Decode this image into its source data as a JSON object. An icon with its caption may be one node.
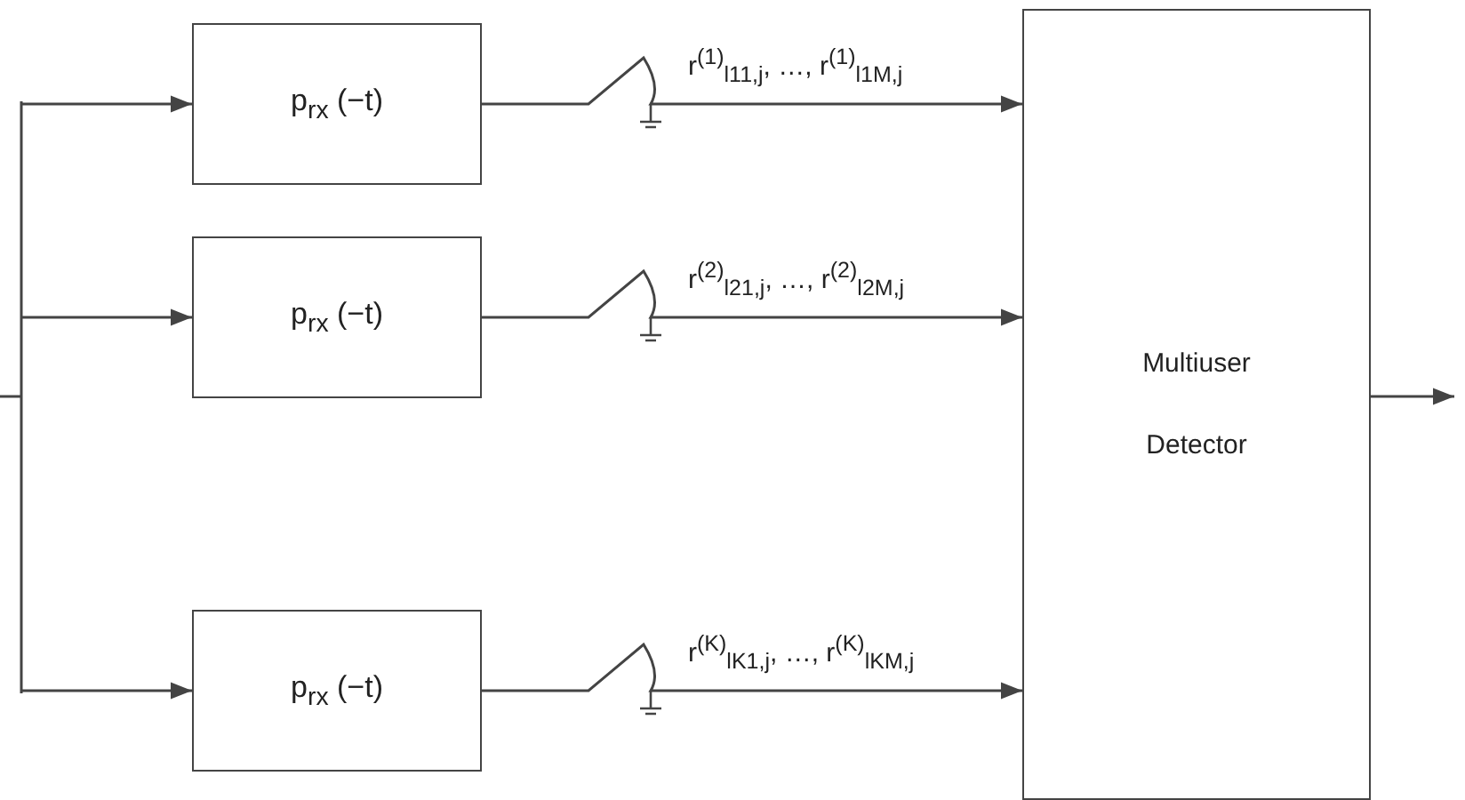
{
  "diagram": {
    "nodes": [
      {
        "text": [
          "p$_{rx}$ (−t)"
        ]
      },
      {
        "text": [
          "p$_{rx}$ (−t)"
        ]
      },
      {
        "text": [
          "p$_{rx}$ (−t)"
        ]
      },
      {
        "text": [
          "Multiuser Detector"
        ]
      }
    ],
    "edges": [
      {
        "from": null,
        "to": 0,
        "arrow": "to"
      },
      {
        "from": null,
        "to": 1,
        "arrow": "to"
      },
      {
        "from": null,
        "to": 2,
        "arrow": "to"
      },
      {
        "from": 0,
        "to": 3,
        "arrow": "to",
        "label": "r$^{(1)}$$_{l11,j}$, …, r$^{(1)}$$_{l1M,j}$"
      },
      {
        "from": 1,
        "to": 3,
        "arrow": "to",
        "label": "r$^{(2)}$$_{l21,j}$, …, r$^{(2)}$$_{l2M,j}$"
      },
      {
        "from": 2,
        "to": 3,
        "arrow": "to",
        "label": "r$^{(K)}$$_{lK1,j}$, …, r$^{(K)}$$_{lKM,j}$"
      },
      {
        "from": 3,
        "to": null,
        "arrow": "to"
      }
    ]
  }
}
